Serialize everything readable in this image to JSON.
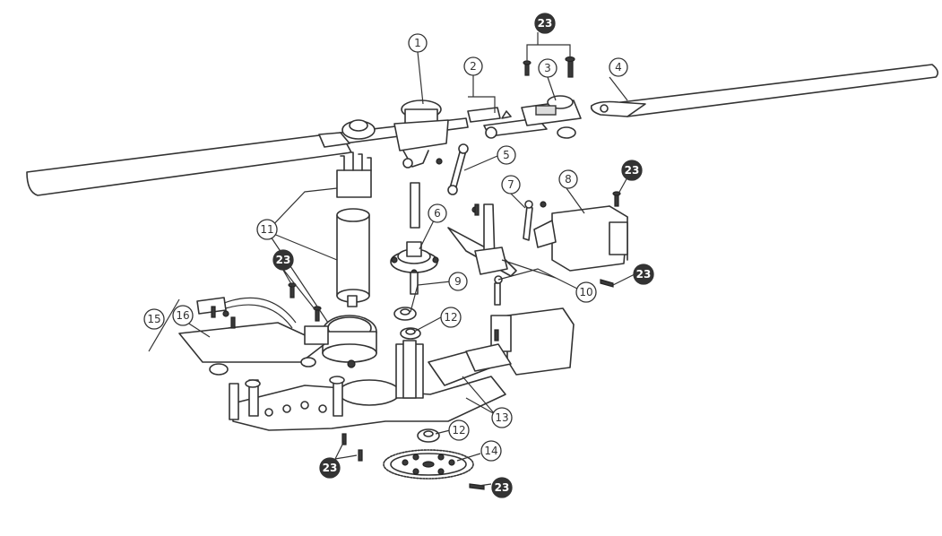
{
  "callouts": {
    "c1": "1",
    "c2": "2",
    "c3": "3",
    "c4": "4",
    "c5": "5",
    "c6": "6",
    "c7": "7",
    "c8": "8",
    "c9": "9",
    "c10": "10",
    "c11": "11",
    "c12a": "12",
    "c12b": "12",
    "c13": "13",
    "c14": "14",
    "c15": "15",
    "c16": "16",
    "c23a": "23",
    "c23b": "23",
    "c23c": "23",
    "c23d": "23",
    "c23e": "23",
    "c23f": "23"
  }
}
